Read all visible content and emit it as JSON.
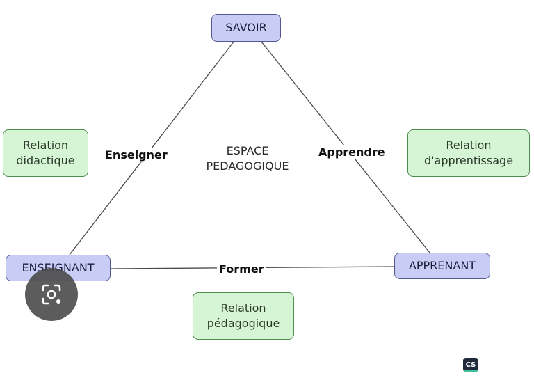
{
  "nodes": {
    "savoir": "SAVOIR",
    "enseignant": "ENSEIGNANT",
    "apprenant": "APPRENANT"
  },
  "relations": {
    "didactique": "Relation\ndidactique",
    "apprentissage": "Relation\nd'apprentissage",
    "pedagogique": "Relation\npédagogique"
  },
  "edges": {
    "enseigner": "Enseigner",
    "apprendre": "Apprendre",
    "former": "Former"
  },
  "center": "ESPACE\nPEDAGOGIQUE",
  "badge": "CS",
  "colors": {
    "node_fill": "#c9cdf6",
    "relation_fill": "#d6f5d4"
  }
}
